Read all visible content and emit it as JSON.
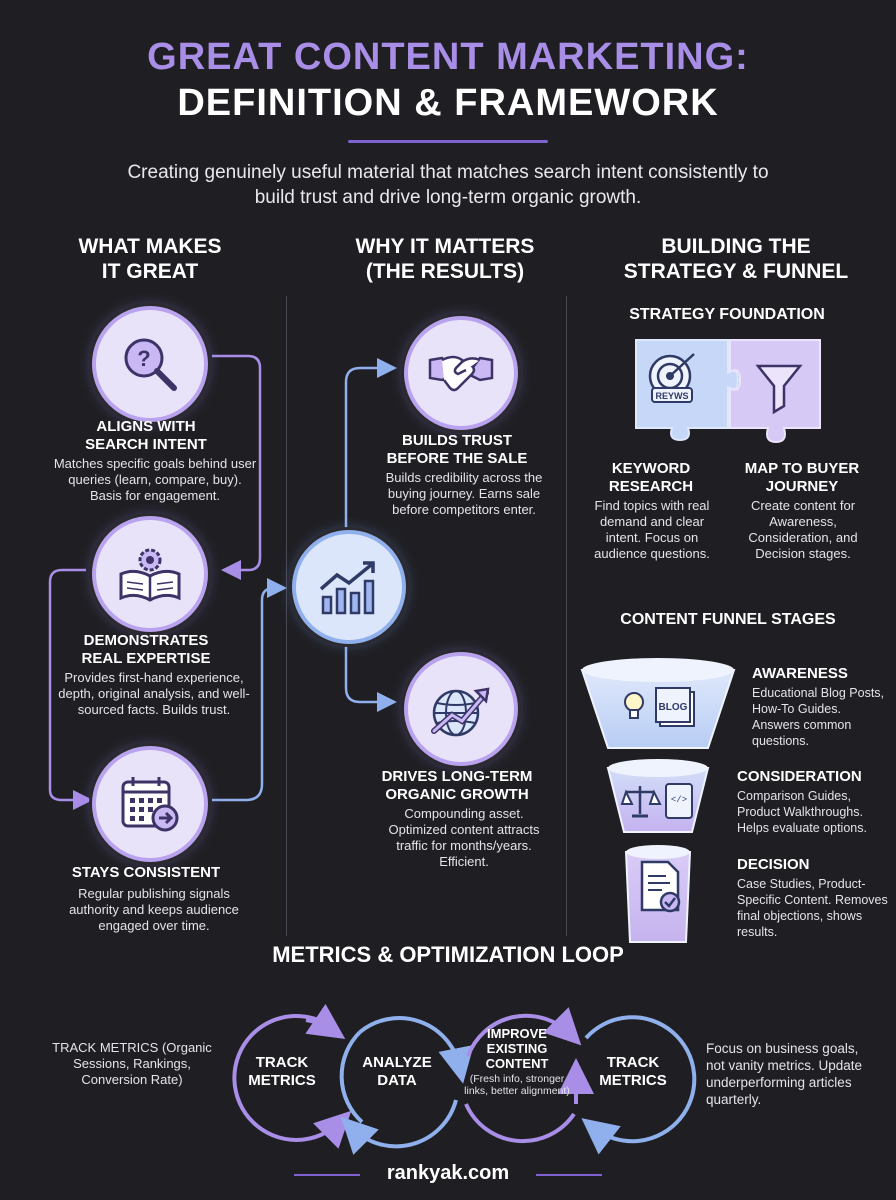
{
  "title": {
    "line1": "GREAT CONTENT MARKETING:",
    "line2": "DEFINITION & FRAMEWORK",
    "subtitle": "Creating genuinely useful material that matches search intent consistently to build trust and drive long-term organic growth."
  },
  "columns": {
    "great": {
      "heading_1": "WHAT MAKES",
      "heading_2": "IT GREAT",
      "items": [
        {
          "icon": "question-magnifier-icon",
          "title_1": "ALIGNS WITH",
          "title_2": "SEARCH INTENT",
          "text": "Matches specific goals behind user queries (learn, compare, buy). Basis for engagement."
        },
        {
          "icon": "book-gear-icon",
          "title_1": "DEMONSTRATES",
          "title_2": "REAL EXPERTISE",
          "text": "Provides first-hand experience, depth, original analysis, and well-sourced facts. Builds trust."
        },
        {
          "icon": "calendar-arrow-icon",
          "title_1": "STAYS CONSISTENT",
          "title_2": "",
          "text": "Regular publishing signals authority and keeps audience engaged over time."
        }
      ]
    },
    "matters": {
      "heading_1": "WHY IT MATTERS",
      "heading_2": "(THE RESULTS)",
      "center_icon": "growth-chart-icon",
      "items": [
        {
          "icon": "handshake-icon",
          "title_1": "BUILDS TRUST",
          "title_2": "BEFORE THE SALE",
          "text": "Builds credibility across the buying journey. Earns sale before competitors enter."
        },
        {
          "icon": "globe-growth-icon",
          "title_1": "DRIVES LONG-TERM",
          "title_2": "ORGANIC GROWTH",
          "text": "Compounding asset. Optimized content attracts traffic for months/years. Efficient."
        }
      ]
    },
    "strategy": {
      "heading_1": "BUILDING THE",
      "heading_2": "STRATEGY & FUNNEL",
      "foundation_heading": "STRATEGY FOUNDATION",
      "puzzle_label": "REYWS",
      "keyword": {
        "title_1": "KEYWORD",
        "title_2": "RESEARCH",
        "text": "Find topics with real demand and clear intent. Focus on audience questions."
      },
      "buyer": {
        "title_1": "MAP TO BUYER",
        "title_2": "JOURNEY",
        "text": "Create content for Awareness, Consideration, and Decision stages."
      },
      "funnel_heading": "CONTENT FUNNEL STAGES",
      "stages": [
        {
          "title": "AWARENESS",
          "text": "Educational Blog Posts, How-To Guides. Answers common questions.",
          "icon_label": "BLOG"
        },
        {
          "title": "CONSIDERATION",
          "text": "Comparison Guides, Product Walkthroughs. Helps evaluate options."
        },
        {
          "title": "DECISION",
          "text": "Case Studies, Product-Specific Content. Removes final objections, shows results."
        }
      ]
    }
  },
  "metrics": {
    "heading": "METRICS & OPTIMIZATION LOOP",
    "left_note": "TRACK METRICS (Organic Sessions, Rankings, Conversion Rate)",
    "right_note": "Focus on business goals, not vanity metrics. Update underperforming articles quarterly.",
    "loop": [
      {
        "label_1": "TRACK",
        "label_2": "METRICS"
      },
      {
        "label_1": "ANALYZE",
        "label_2": "DATA"
      },
      {
        "label_1": "IMPROVE",
        "label_2": "EXISTING",
        "label_3": "CONTENT",
        "sub": "(Fresh info, stronger links, better alignment)"
      },
      {
        "label_1": "TRACK",
        "label_2": "METRICS"
      }
    ]
  },
  "footer": {
    "site": "rankyak.com"
  },
  "colors": {
    "background": "#1f1f23",
    "purple": "#a98ee8",
    "blue": "#8fb0ec",
    "circle_fill": "#e9e3fa"
  }
}
